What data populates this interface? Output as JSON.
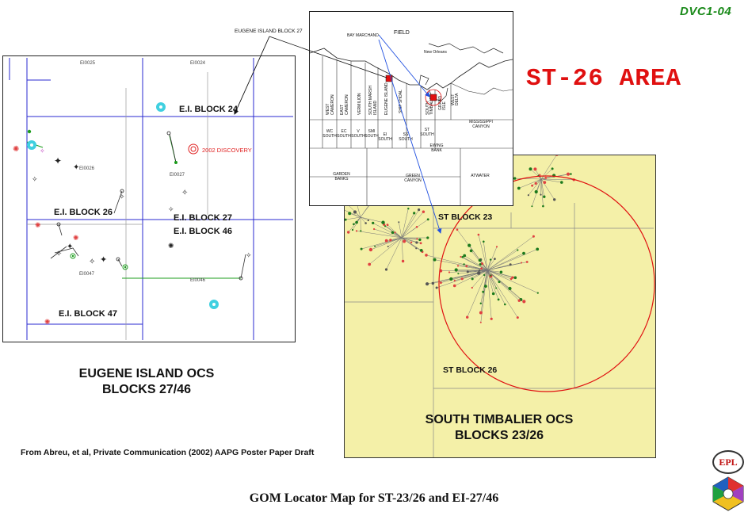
{
  "corner_tag": "DVC1-04",
  "area_title": "ST-26 AREA",
  "ei_map": {
    "top_labels": [
      "EI0025",
      "EI0024"
    ],
    "block_24": "E.I. BLOCK 24",
    "discovery": "2002 DISCOVERY",
    "block_26": "E.I. BLOCK 26",
    "block_27": "E.I. BLOCK 27",
    "block_46": "E.I. BLOCK 46",
    "block_47": "E.I. BLOCK 47",
    "code_26": "EI0026",
    "code_27": "EI0027",
    "code_47": "EI0047",
    "code_46": "EI0046"
  },
  "gulf_map": {
    "pointer_label": "EUGENE ISLAND BLOCK 27",
    "bay_marchand": "BAY MARCHAND",
    "field": "FIELD",
    "new_orleans": "New Orleans",
    "areas": {
      "west_cameron": [
        "WEST",
        "CAMERON"
      ],
      "east_cameron": [
        "EAST",
        "CAMERON"
      ],
      "vermilion": "VERMILION",
      "south_marsh_island": [
        "SOUTH MARSH",
        "ISLAND"
      ],
      "eugene_island": "EUGENE ISLAND",
      "ship_shoal": "SHIP SHOAL",
      "south_timbalier": [
        "SOUTH",
        "TIMBALIER"
      ],
      "grand_isle": [
        "GRAND",
        "ISLE"
      ],
      "west_delta": [
        "WEST",
        "DELTA"
      ],
      "mississippi_canyon": [
        "MISSISSIPPI",
        "CANYON"
      ],
      "wc_south": [
        "WC",
        "SOUTH"
      ],
      "ec_south": [
        "EC",
        "SOUTH"
      ],
      "v_south": [
        "V",
        "SOUTH"
      ],
      "smi_south": [
        "SMI",
        "SOUTH"
      ],
      "ei_south": [
        "EI",
        "SOUTH"
      ],
      "ss_south": [
        "SS",
        "SOUTH"
      ],
      "st_south": [
        "ST",
        "SOUTH"
      ],
      "ewing_bank": [
        "EWING",
        "BANK"
      ],
      "garden_banks": [
        "GARDEN",
        "BANKS"
      ],
      "green_canyon": [
        "GREEN",
        "CANYON"
      ],
      "atwater": "ATWATER"
    }
  },
  "st_map": {
    "block_23": "ST BLOCK 23",
    "block_26": "ST BLOCK 26"
  },
  "ei_caption": [
    "EUGENE ISLAND OCS",
    "BLOCKS 27/46"
  ],
  "st_caption": [
    "SOUTH TIMBALIER OCS",
    "BLOCKS 23/26"
  ],
  "source_note": "From Abreu, et al, Private Communication (2002) AAPG Poster Paper Draft",
  "footer_title": "GOM Locator Map for ST-23/26 and EI-27/46",
  "logos": {
    "epl": "EPL"
  },
  "colors": {
    "tag": "#1a8a1a",
    "title": "#e01010",
    "st_fill": "#f4f0a8",
    "grid": "#2a2ad0"
  }
}
